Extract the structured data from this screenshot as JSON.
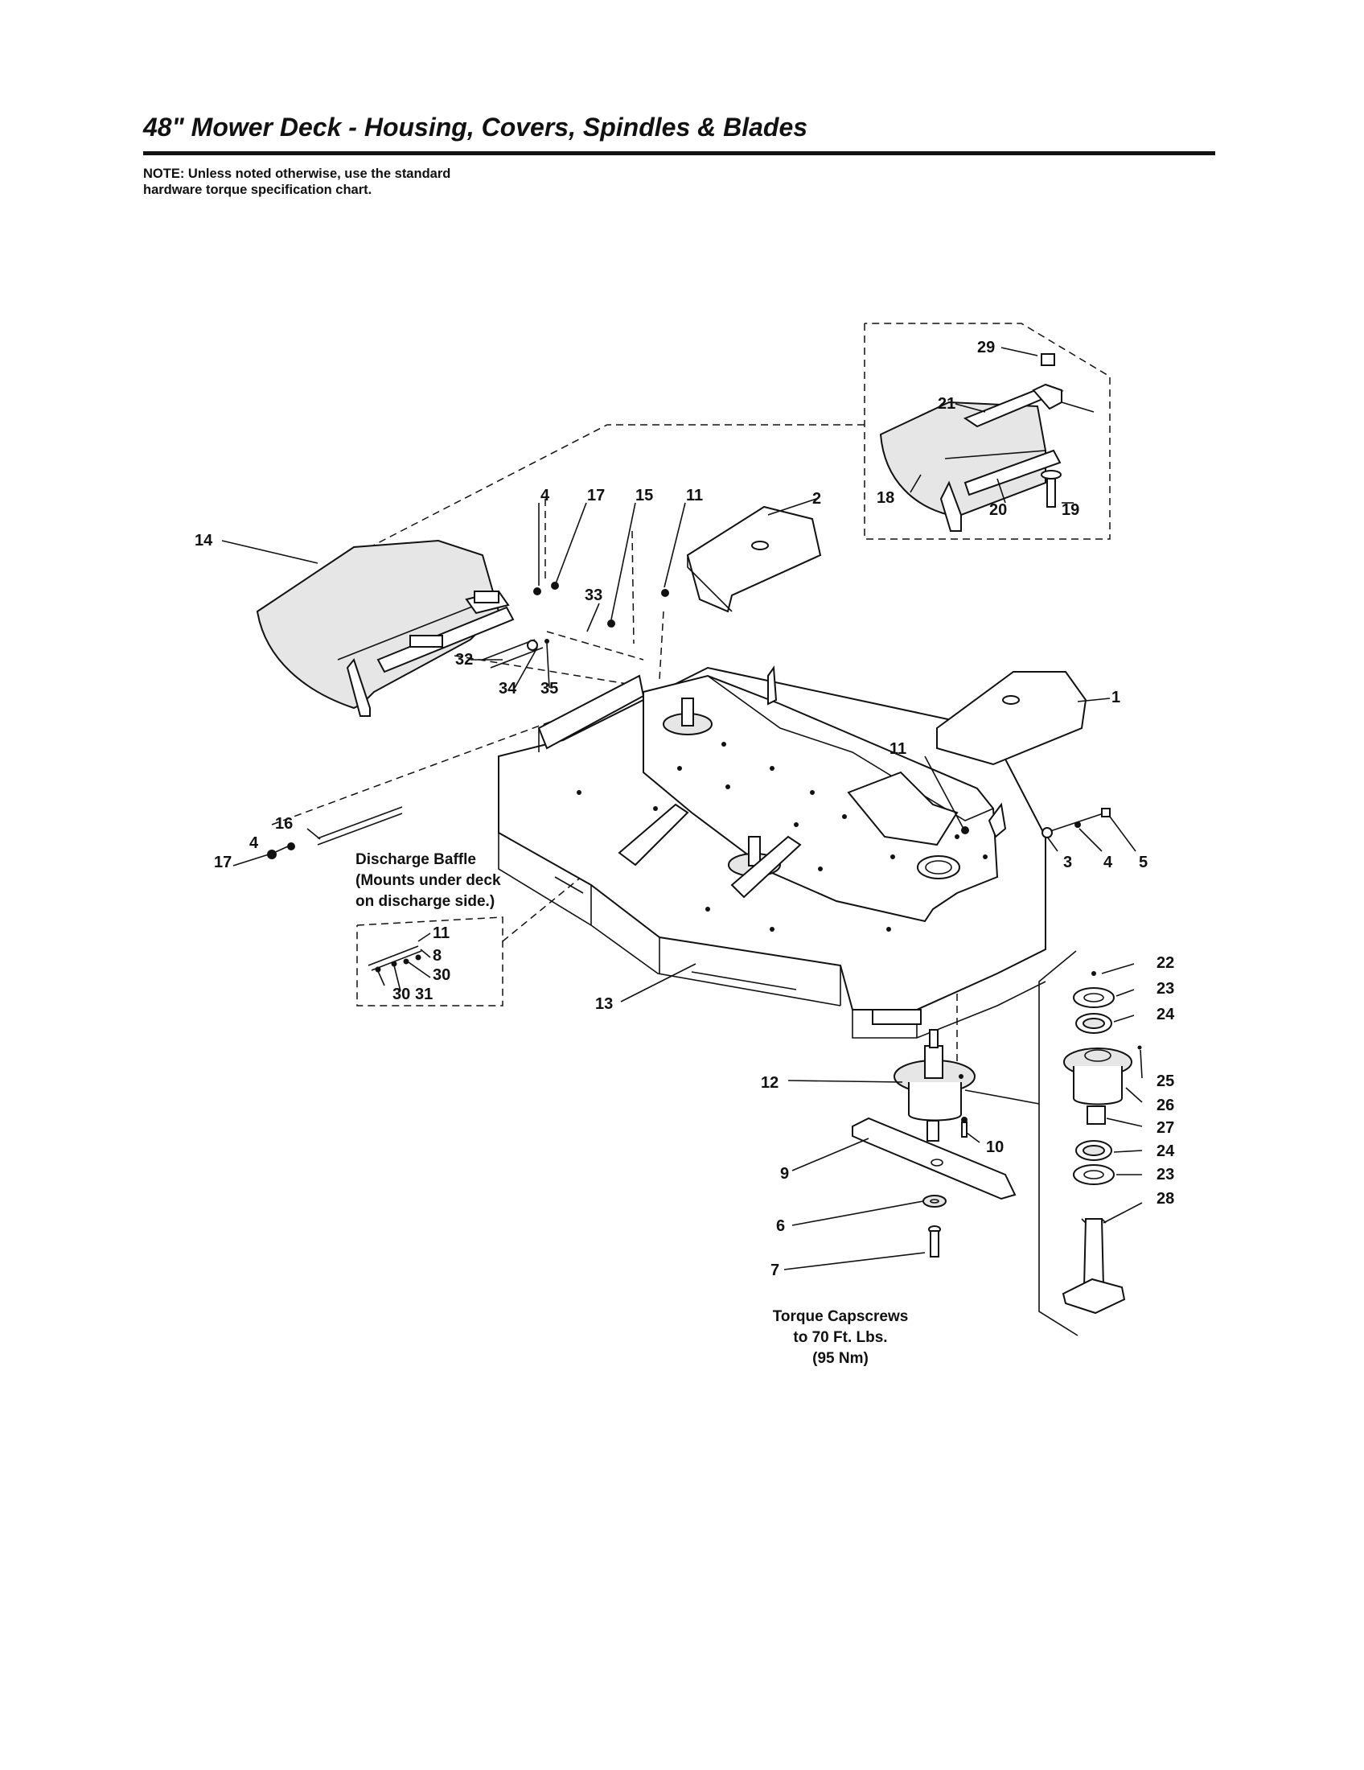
{
  "title": "48\" Mower Deck - Housing, Covers, Spindles & Blades",
  "note": "NOTE: Unless noted otherwise, use the standard hardware torque specification chart.",
  "callouts": {
    "c1": "1",
    "c2": "2",
    "c3": "3",
    "c4a": "4",
    "c4b": "4",
    "c4c": "4",
    "c5": "5",
    "c6": "6",
    "c7": "7",
    "c8": "8",
    "c9": "9",
    "c10": "10",
    "c11a": "11",
    "c11b": "11",
    "c11c": "11",
    "c12": "12",
    "c13": "13",
    "c14": "14",
    "c15": "15",
    "c16": "16",
    "c17a": "17",
    "c17b": "17",
    "c18": "18",
    "c19": "19",
    "c20": "20",
    "c21": "21",
    "c22": "22",
    "c23a": "23",
    "c23b": "23",
    "c24a": "24",
    "c24b": "24",
    "c25": "25",
    "c26": "26",
    "c27": "27",
    "c28": "28",
    "c29": "29",
    "c30a": "30",
    "c30b": "30",
    "c31": "31",
    "c32": "32",
    "c33": "33",
    "c34": "34",
    "c35": "35"
  },
  "discharge_baffle_caption": [
    "Discharge Baffle",
    "(Mounts under deck",
    "on discharge side.)"
  ],
  "torque_caption": [
    "Torque Capscrews",
    "to 70 Ft. Lbs.",
    "(95 Nm)"
  ]
}
